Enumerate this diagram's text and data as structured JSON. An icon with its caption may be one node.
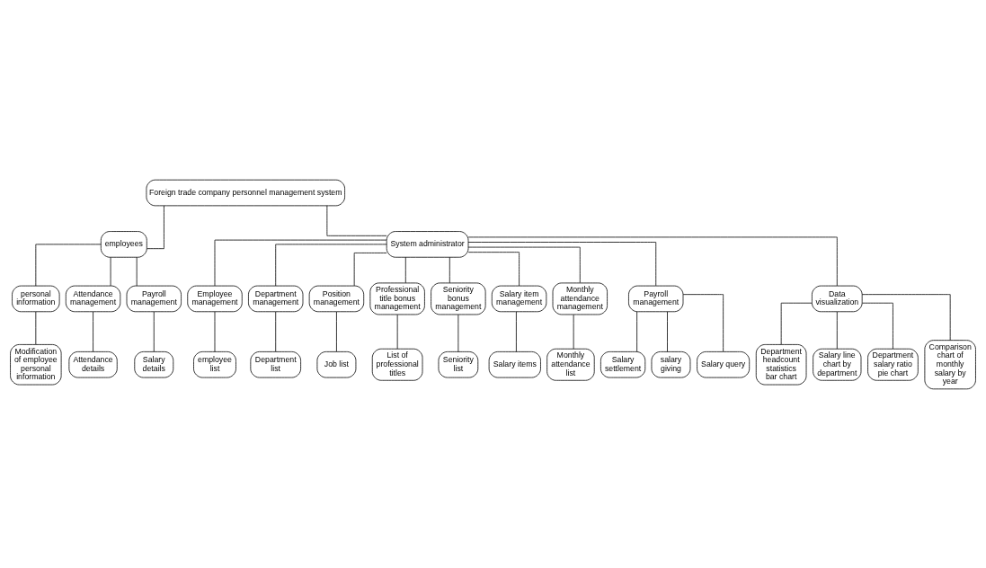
{
  "diagram": {
    "nodes": [
      {
        "text": [
          "Foreign trade company personnel management system"
        ]
      },
      {
        "text": [
          "employees"
        ]
      },
      {
        "text": [
          "System administrator"
        ]
      },
      {
        "text": [
          "personal information"
        ]
      },
      {
        "text": [
          "Attendance management"
        ]
      },
      {
        "text": [
          "Payroll management"
        ]
      },
      {
        "text": [
          "Employee management"
        ]
      },
      {
        "text": [
          "Department management"
        ]
      },
      {
        "text": [
          "Position management"
        ]
      },
      {
        "text": [
          "Professional title bonus management"
        ]
      },
      {
        "text": [
          "Seniority bonus management"
        ]
      },
      {
        "text": [
          "Salary item management"
        ]
      },
      {
        "text": [
          "Monthly attendance management"
        ]
      },
      {
        "text": [
          "Payroll management"
        ]
      },
      {
        "text": [
          "Data visualization"
        ]
      },
      {
        "text": [
          "Modification of employee personal information"
        ]
      },
      {
        "text": [
          "Attendance details"
        ]
      },
      {
        "text": [
          "Salary details"
        ]
      },
      {
        "text": [
          "employee list"
        ]
      },
      {
        "text": [
          "Department list"
        ]
      },
      {
        "text": [
          "Job list"
        ]
      },
      {
        "text": [
          "List of professional titles"
        ]
      },
      {
        "text": [
          "Seniority list"
        ]
      },
      {
        "text": [
          "Salary items"
        ]
      },
      {
        "text": [
          "Monthly attendance list"
        ]
      },
      {
        "text": [
          "Salary settlement"
        ]
      },
      {
        "text": [
          "salary giving"
        ]
      },
      {
        "text": [
          "Salary query"
        ]
      },
      {
        "text": [
          "Department headcount statistics bar chart"
        ]
      },
      {
        "text": [
          "Salary line chart by department"
        ]
      },
      {
        "text": [
          "Department salary ratio pie chart"
        ]
      },
      {
        "text": [
          "Comparison chart of monthly salary by year"
        ]
      }
    ],
    "edges": [
      {
        "from": 0,
        "to": 1,
        "arrow": "none"
      },
      {
        "from": 0,
        "to": 2,
        "arrow": "none"
      },
      {
        "from": 1,
        "to": 3,
        "arrow": "none"
      },
      {
        "from": 1,
        "to": 4,
        "arrow": "none"
      },
      {
        "from": 1,
        "to": 5,
        "arrow": "none"
      },
      {
        "from": 2,
        "to": 6,
        "arrow": "none"
      },
      {
        "from": 2,
        "to": 7,
        "arrow": "none"
      },
      {
        "from": 2,
        "to": 8,
        "arrow": "none"
      },
      {
        "from": 2,
        "to": 9,
        "arrow": "none"
      },
      {
        "from": 2,
        "to": 10,
        "arrow": "none"
      },
      {
        "from": 2,
        "to": 11,
        "arrow": "none"
      },
      {
        "from": 2,
        "to": 12,
        "arrow": "none"
      },
      {
        "from": 2,
        "to": 13,
        "arrow": "none"
      },
      {
        "from": 2,
        "to": 14,
        "arrow": "none"
      },
      {
        "from": 3,
        "to": 15,
        "arrow": "none"
      },
      {
        "from": 4,
        "to": 16,
        "arrow": "none"
      },
      {
        "from": 5,
        "to": 17,
        "arrow": "none"
      },
      {
        "from": 6,
        "to": 18,
        "arrow": "none"
      },
      {
        "from": 7,
        "to": 19,
        "arrow": "none"
      },
      {
        "from": 8,
        "to": 20,
        "arrow": "none"
      },
      {
        "from": 9,
        "to": 21,
        "arrow": "none"
      },
      {
        "from": 10,
        "to": 22,
        "arrow": "none"
      },
      {
        "from": 11,
        "to": 23,
        "arrow": "none"
      },
      {
        "from": 12,
        "to": 24,
        "arrow": "none"
      },
      {
        "from": 13,
        "to": 25,
        "arrow": "none"
      },
      {
        "from": 13,
        "to": 26,
        "arrow": "none"
      },
      {
        "from": 13,
        "to": 27,
        "arrow": "none"
      },
      {
        "from": 14,
        "to": 28,
        "arrow": "none"
      },
      {
        "from": 14,
        "to": 29,
        "arrow": "none"
      },
      {
        "from": 14,
        "to": 30,
        "arrow": "none"
      },
      {
        "from": 14,
        "to": 31,
        "arrow": "none"
      }
    ]
  }
}
